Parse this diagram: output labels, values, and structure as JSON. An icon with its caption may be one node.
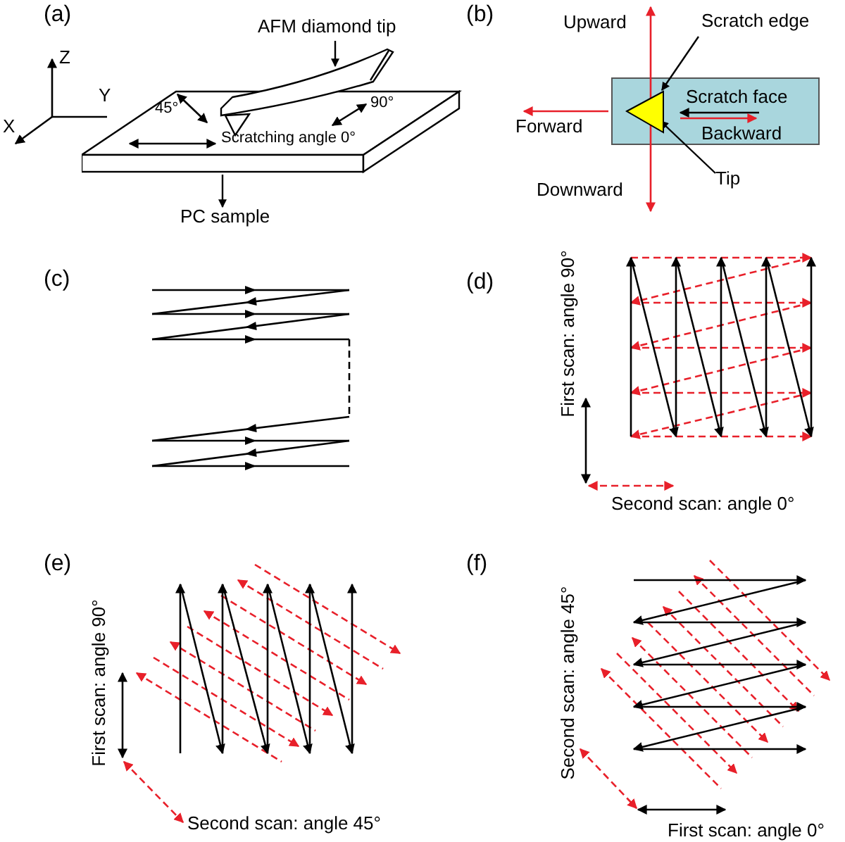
{
  "diagram": {
    "nodes": [
      {
        "text": [
          "AFM diamond tip"
        ]
      },
      {
        "text": [],
        "shape": "picture"
      },
      {
        "text": [],
        "shape": "box"
      },
      {
        "text": [
          "PC sample"
        ]
      },
      {
        "text": [
          "Scratch edge"
        ]
      },
      {
        "text": [
          "Scratch face",
          "Backward"
        ]
      },
      {
        "text": [],
        "shape": "triangle",
        "in": 5
      },
      {
        "text": [
          "Tip"
        ]
      }
    ],
    "edges": [
      {
        "from": 0,
        "to": 1,
        "arrow": "to"
      },
      {
        "from": 2,
        "to": 3,
        "arrow": "to"
      },
      {
        "from": 4,
        "to": 6,
        "arrow": "to"
      },
      {
        "from": 7,
        "to": 6,
        "arrow": "to"
      }
    ],
    "labels": [
      "(a)",
      "Z",
      "Y",
      "X",
      "45°",
      "90°",
      "Scratching angle 0°",
      "(b)",
      "Upward",
      "Forward",
      "Downward",
      "(c)",
      "(d)",
      "First scan: angle 90°",
      "Second scan: angle 0°",
      "(e)",
      "First scan: angle 90°",
      "Second scan: angle 45°",
      "(f)",
      "Second scan: angle 45°",
      "First scan: angle 0°"
    ]
  }
}
